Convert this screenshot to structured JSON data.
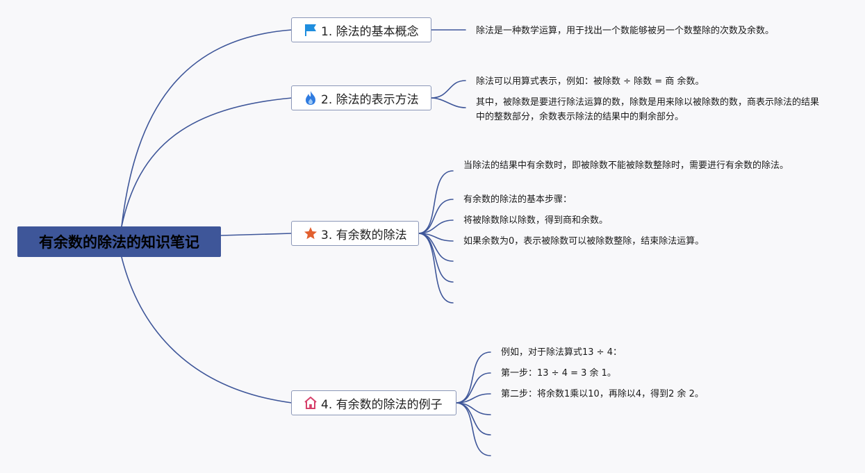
{
  "central": {
    "label": "有余数的除法的知识笔记"
  },
  "topics": [
    {
      "label": "1. 除法的基本概念",
      "icon": "flag-icon",
      "notes": [
        "除法是一种数学运算，用于找出一个数能够被另一个数整除的次数及余数。"
      ]
    },
    {
      "label": "2. 除法的表示方法",
      "icon": "flame-icon",
      "notes": [
        "除法可以用算式表示，例如：被除数 ÷ 除数 = 商 余数。",
        "其中，被除数是要进行除法运算的数，除数是用来除以被除数的数，商表示除法的结果中的整数部分，余数表示除法的结果中的剩余部分。"
      ]
    },
    {
      "label": "3. 有余数的除法",
      "icon": "star-icon",
      "notes": [
        "当除法的结果中有余数时，即被除数不能被除数整除时，需要进行有余数的除法。",
        "有余数的除法的基本步骤：",
        "将被除数除以除数，得到商和余数。",
        "如果余数为0，表示被除数可以被除数整除，结束除法运算。"
      ]
    },
    {
      "label": "4. 有余数的除法的例子",
      "icon": "house-icon",
      "notes": [
        "例如，对于除法算式13 ÷ 4：",
        "第一步：13 ÷ 4 = 3 余 1。",
        "第二步：将余数1乘以10，再除以4，得到2 余 2。"
      ]
    }
  ],
  "colors": {
    "central_bg": "#3e5699",
    "line": "#3e5699",
    "topic_border": "#8a96b7",
    "flag": "#1f8ede",
    "flame": "#2f7be0",
    "star": "#e2602f",
    "house": "#d6406a"
  }
}
